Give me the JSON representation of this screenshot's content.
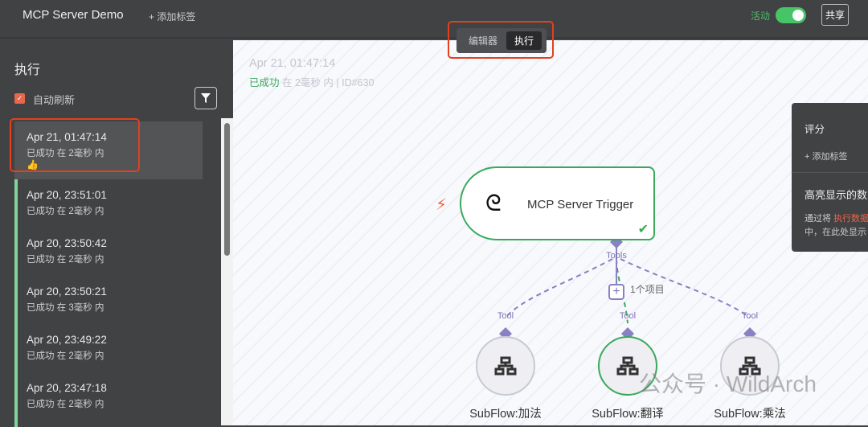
{
  "header": {
    "title": "MCP Server Demo",
    "add_tag": "+ 添加标签",
    "active_label": "活动",
    "share": "共享",
    "active": true
  },
  "mode_tabs": [
    {
      "label": "编辑器",
      "selected": false
    },
    {
      "label": "执行",
      "selected": true
    }
  ],
  "sidebar": {
    "title": "执行",
    "auto_refresh": "自动刷新",
    "auto_refresh_checked": true,
    "items": [
      {
        "time": "Apr 21, 01:47:14",
        "status": "已成功 在 2毫秒 内"
      },
      {
        "time": "Apr 20, 23:51:01",
        "status": "已成功 在 2毫秒 内"
      },
      {
        "time": "Apr 20, 23:50:42",
        "status": "已成功 在 2毫秒 内"
      },
      {
        "time": "Apr 20, 23:50:21",
        "status": "已成功 在 3毫秒 内"
      },
      {
        "time": "Apr 20, 23:49:22",
        "status": "已成功 在 2毫秒 内"
      },
      {
        "time": "Apr 20, 23:47:18",
        "status": "已成功 在 2毫秒 内"
      }
    ]
  },
  "execution": {
    "time": "Apr 21, 01:47:14",
    "status": "已成功",
    "duration": "在 2毫秒 内",
    "id": "ID#630"
  },
  "workflow": {
    "trigger": "MCP Server Trigger",
    "tools_label": "Tools",
    "items_label": "1个项目",
    "nodes": [
      {
        "name": "SubFlow:加法",
        "port": "Tool"
      },
      {
        "name": "SubFlow:翻译",
        "port": "Tool"
      },
      {
        "name": "SubFlow:乘法",
        "port": "Tool"
      }
    ]
  },
  "panel": {
    "rating": "评分",
    "add_tag": "+ 添加标签",
    "highlight_title": "高亮显示的数",
    "desc_a": "通过将 ",
    "desc_link": "执行数据",
    "desc_b": "中，在此处显示"
  },
  "watermark": "公众号 · WildArch",
  "colors": {
    "success": "#3aa85b",
    "accent": "#e8664a",
    "tool": "#7d72b8"
  }
}
